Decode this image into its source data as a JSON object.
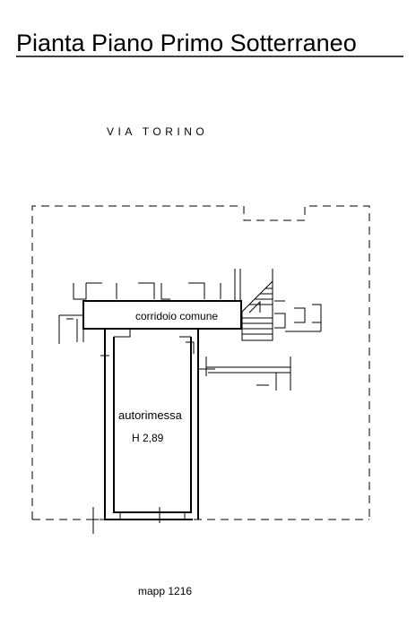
{
  "title": "Pianta Piano Primo Sotterraneo",
  "street": "VIA  TORINO",
  "rooms": {
    "corridor": "corridoio comune",
    "garage": "autorimessa",
    "height": "H 2,89"
  },
  "parcel": "mapp 1216"
}
